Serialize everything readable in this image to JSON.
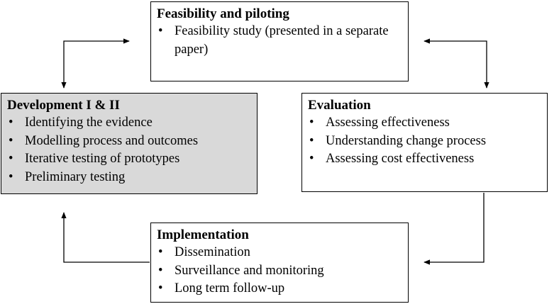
{
  "boxes": {
    "feasibility": {
      "title": "Feasibility and piloting",
      "items": [
        "Feasibility study (presented in a separate paper)"
      ]
    },
    "development": {
      "title": "Development I & II",
      "items": [
        "Identifying the evidence",
        "Modelling process and outcomes",
        "Iterative testing of prototypes",
        "Preliminary testing"
      ]
    },
    "evaluation": {
      "title": "Evaluation",
      "items": [
        "Assessing effectiveness",
        "Understanding change process",
        "Assessing cost effectiveness"
      ]
    },
    "implementation": {
      "title": "Implementation",
      "items": [
        "Dissemination",
        "Surveillance and monitoring",
        "Long term follow-up"
      ]
    }
  },
  "bullet_glyph": "•",
  "colors": {
    "development_fill": "#d9d9d9",
    "stroke": "#000000"
  }
}
